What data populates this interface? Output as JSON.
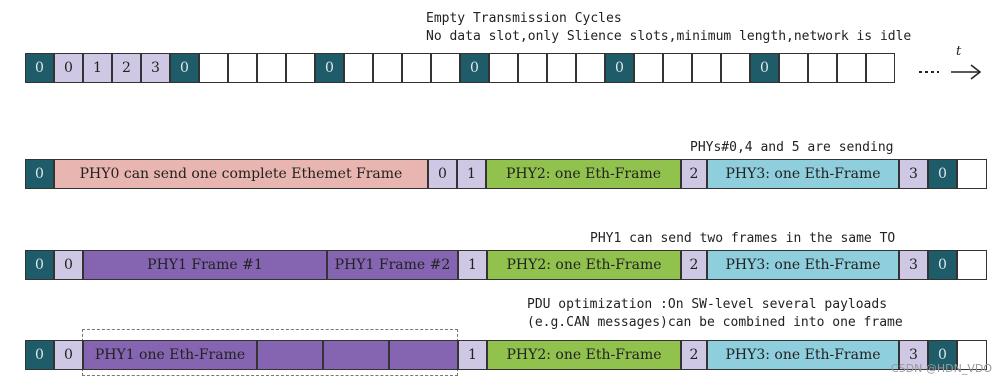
{
  "row1": {
    "caption_line1": "Empty Transmission Cycles",
    "caption_line2": "No data slot,only Slience slots,minimum length,network is idle",
    "cells": [
      "0",
      "0",
      "1",
      "2",
      "3",
      "0",
      "0",
      "0",
      "0",
      "0"
    ],
    "time_label": "t"
  },
  "row2": {
    "caption": "PHYs#0,4 and 5 are sending",
    "cells": [
      "0",
      "PHY0 can send one complete Ethemet Frame",
      "0",
      "1",
      "PHY2: one Eth-Frame",
      "2",
      "PHY3: one Eth-Frame",
      "3",
      "0"
    ]
  },
  "row3": {
    "caption": "PHY1 can send two frames in the same TO",
    "cells": [
      "0",
      "0",
      "PHY1 Frame #1",
      "PHY1 Frame #2",
      "1",
      "PHY2: one Eth-Frame",
      "2",
      "PHY3: one Eth-Frame",
      "3",
      "0"
    ]
  },
  "row4": {
    "caption_line1": "PDU optimization :On SW-level several payloads",
    "caption_line2": "(e.g.CAN messages)can be combined into one frame",
    "cells": [
      "0",
      "0",
      "PHY1 one Eth-Frame",
      "1",
      "PHY2: one Eth-Frame",
      "2",
      "PHY3: one Eth-Frame",
      "3",
      "0"
    ]
  },
  "watermark": "CSDN @HDN_VDO",
  "colors": {
    "slot_zero": "#1f5c6a",
    "slot_lavender": "#cec8e4",
    "phy0": "#e8b5b0",
    "phy1": "#8565b1",
    "phy2": "#92c24e",
    "phy3": "#8fcedc"
  }
}
